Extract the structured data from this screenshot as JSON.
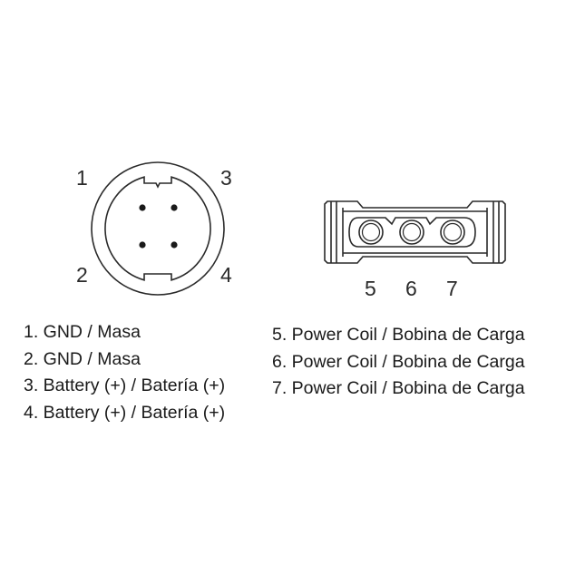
{
  "round_connector": {
    "pin_labels": [
      "1",
      "2",
      "3",
      "4"
    ]
  },
  "flat_connector": {
    "pin_labels": [
      "5",
      "6",
      "7"
    ]
  },
  "legend_left": [
    "1. GND / Masa",
    "2. GND / Masa",
    "3. Battery (+) / Batería (+)",
    "4. Battery (+) / Batería (+)"
  ],
  "legend_right": [
    "5. Power Coil / Bobina de Carga",
    "6. Power Coil / Bobina de Carga",
    "7. Power Coil / Bobina de Carga"
  ],
  "colors": {
    "line": "#2a2a2a",
    "background": "#ffffff"
  }
}
